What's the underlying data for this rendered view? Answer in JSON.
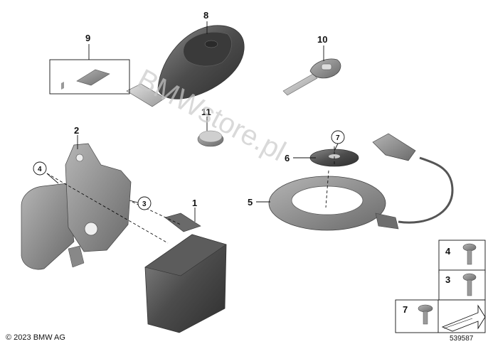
{
  "diagram": {
    "callouts": {
      "p1": "1",
      "p2": "2",
      "p3": "3",
      "p4": "4",
      "p5": "5",
      "p6": "6",
      "p7": "7",
      "p8": "8",
      "p9": "9",
      "p10": "10",
      "p11": "11"
    },
    "legend": {
      "item4": "4",
      "item3": "3",
      "item7": "7"
    },
    "copyright": "© 2023 BMW AG",
    "diagram_number": "539587",
    "watermark": "BMWstore.pl"
  },
  "colors": {
    "part_dark": "#4a4a4a",
    "part_mid": "#7d7d7d",
    "part_light": "#a9a9a9",
    "line": "#111111"
  },
  "icons": [
    "arrow-sign-icon"
  ]
}
